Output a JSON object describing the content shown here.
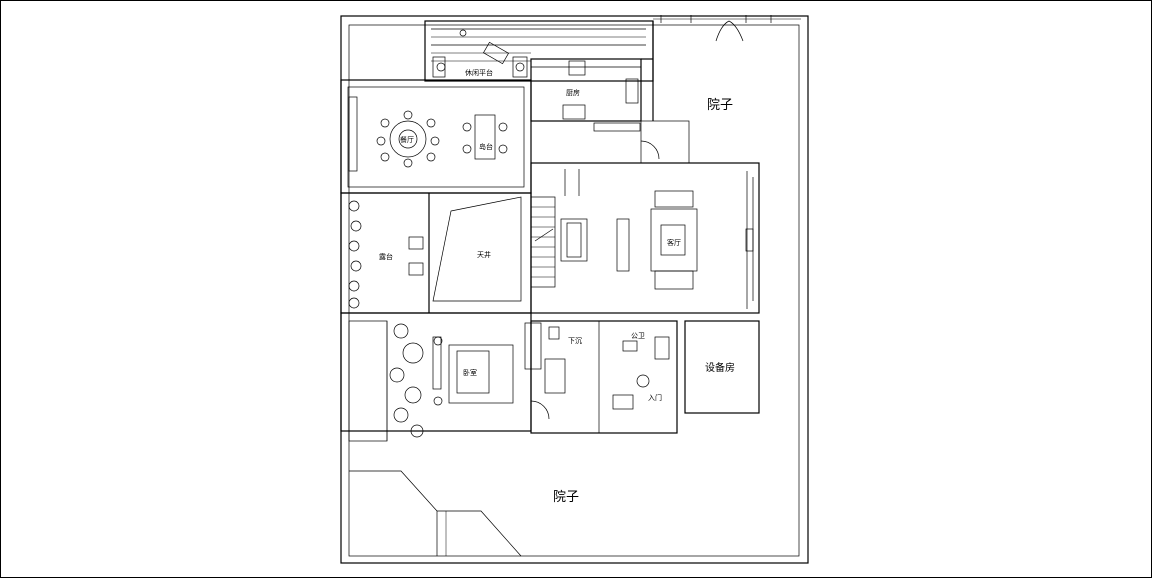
{
  "rooms": {
    "yard_top": "院子",
    "yard_bottom": "院子",
    "kitchen": "厨房",
    "dining": "餐厅",
    "island": "岛台",
    "leisure_deck": "休闲平台",
    "terrace": "露台",
    "atrium": "天井",
    "living": "客厅",
    "bedroom": "卧室",
    "lower_hall": "下沉",
    "public_bath": "公卫",
    "entrance": "入门",
    "equipment": "设备房"
  }
}
